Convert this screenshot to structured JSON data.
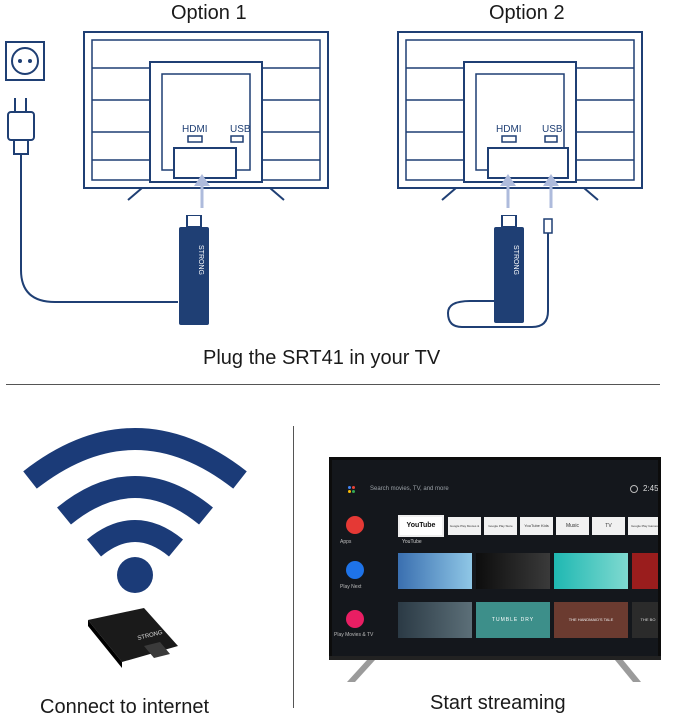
{
  "top": {
    "option1_label": "Option 1",
    "option2_label": "Option 2",
    "port_hdmi": "HDMI",
    "port_usb": "USB",
    "stick_brand": "STRONG",
    "caption": "Plug the SRT41 in your TV"
  },
  "bottom_left": {
    "caption": "Connect to internet",
    "stick_brand": "STRONG"
  },
  "bottom_right": {
    "caption": "Start streaming",
    "screen": {
      "search_placeholder": "Search movies, TV, and more",
      "clock": "2:45",
      "youtube_caption": "YouTube",
      "row_labels": [
        "Apps",
        "Play Next",
        "Play Movies & TV"
      ],
      "app_tiles": [
        "YouTube",
        "Google Play Movies & TV",
        "Google Play Store",
        "YouTube Kids",
        "Music",
        "TV",
        "Google Play Games"
      ],
      "tile_text_1": "TUMBLE DRY",
      "tile_text_2": "THE HANDMAID'S TALE",
      "tile_text_3": "THE BO"
    }
  },
  "colors": {
    "navy": "#1f3f74",
    "wifi": "#1b3b78",
    "arrow": "#aebbdc"
  }
}
